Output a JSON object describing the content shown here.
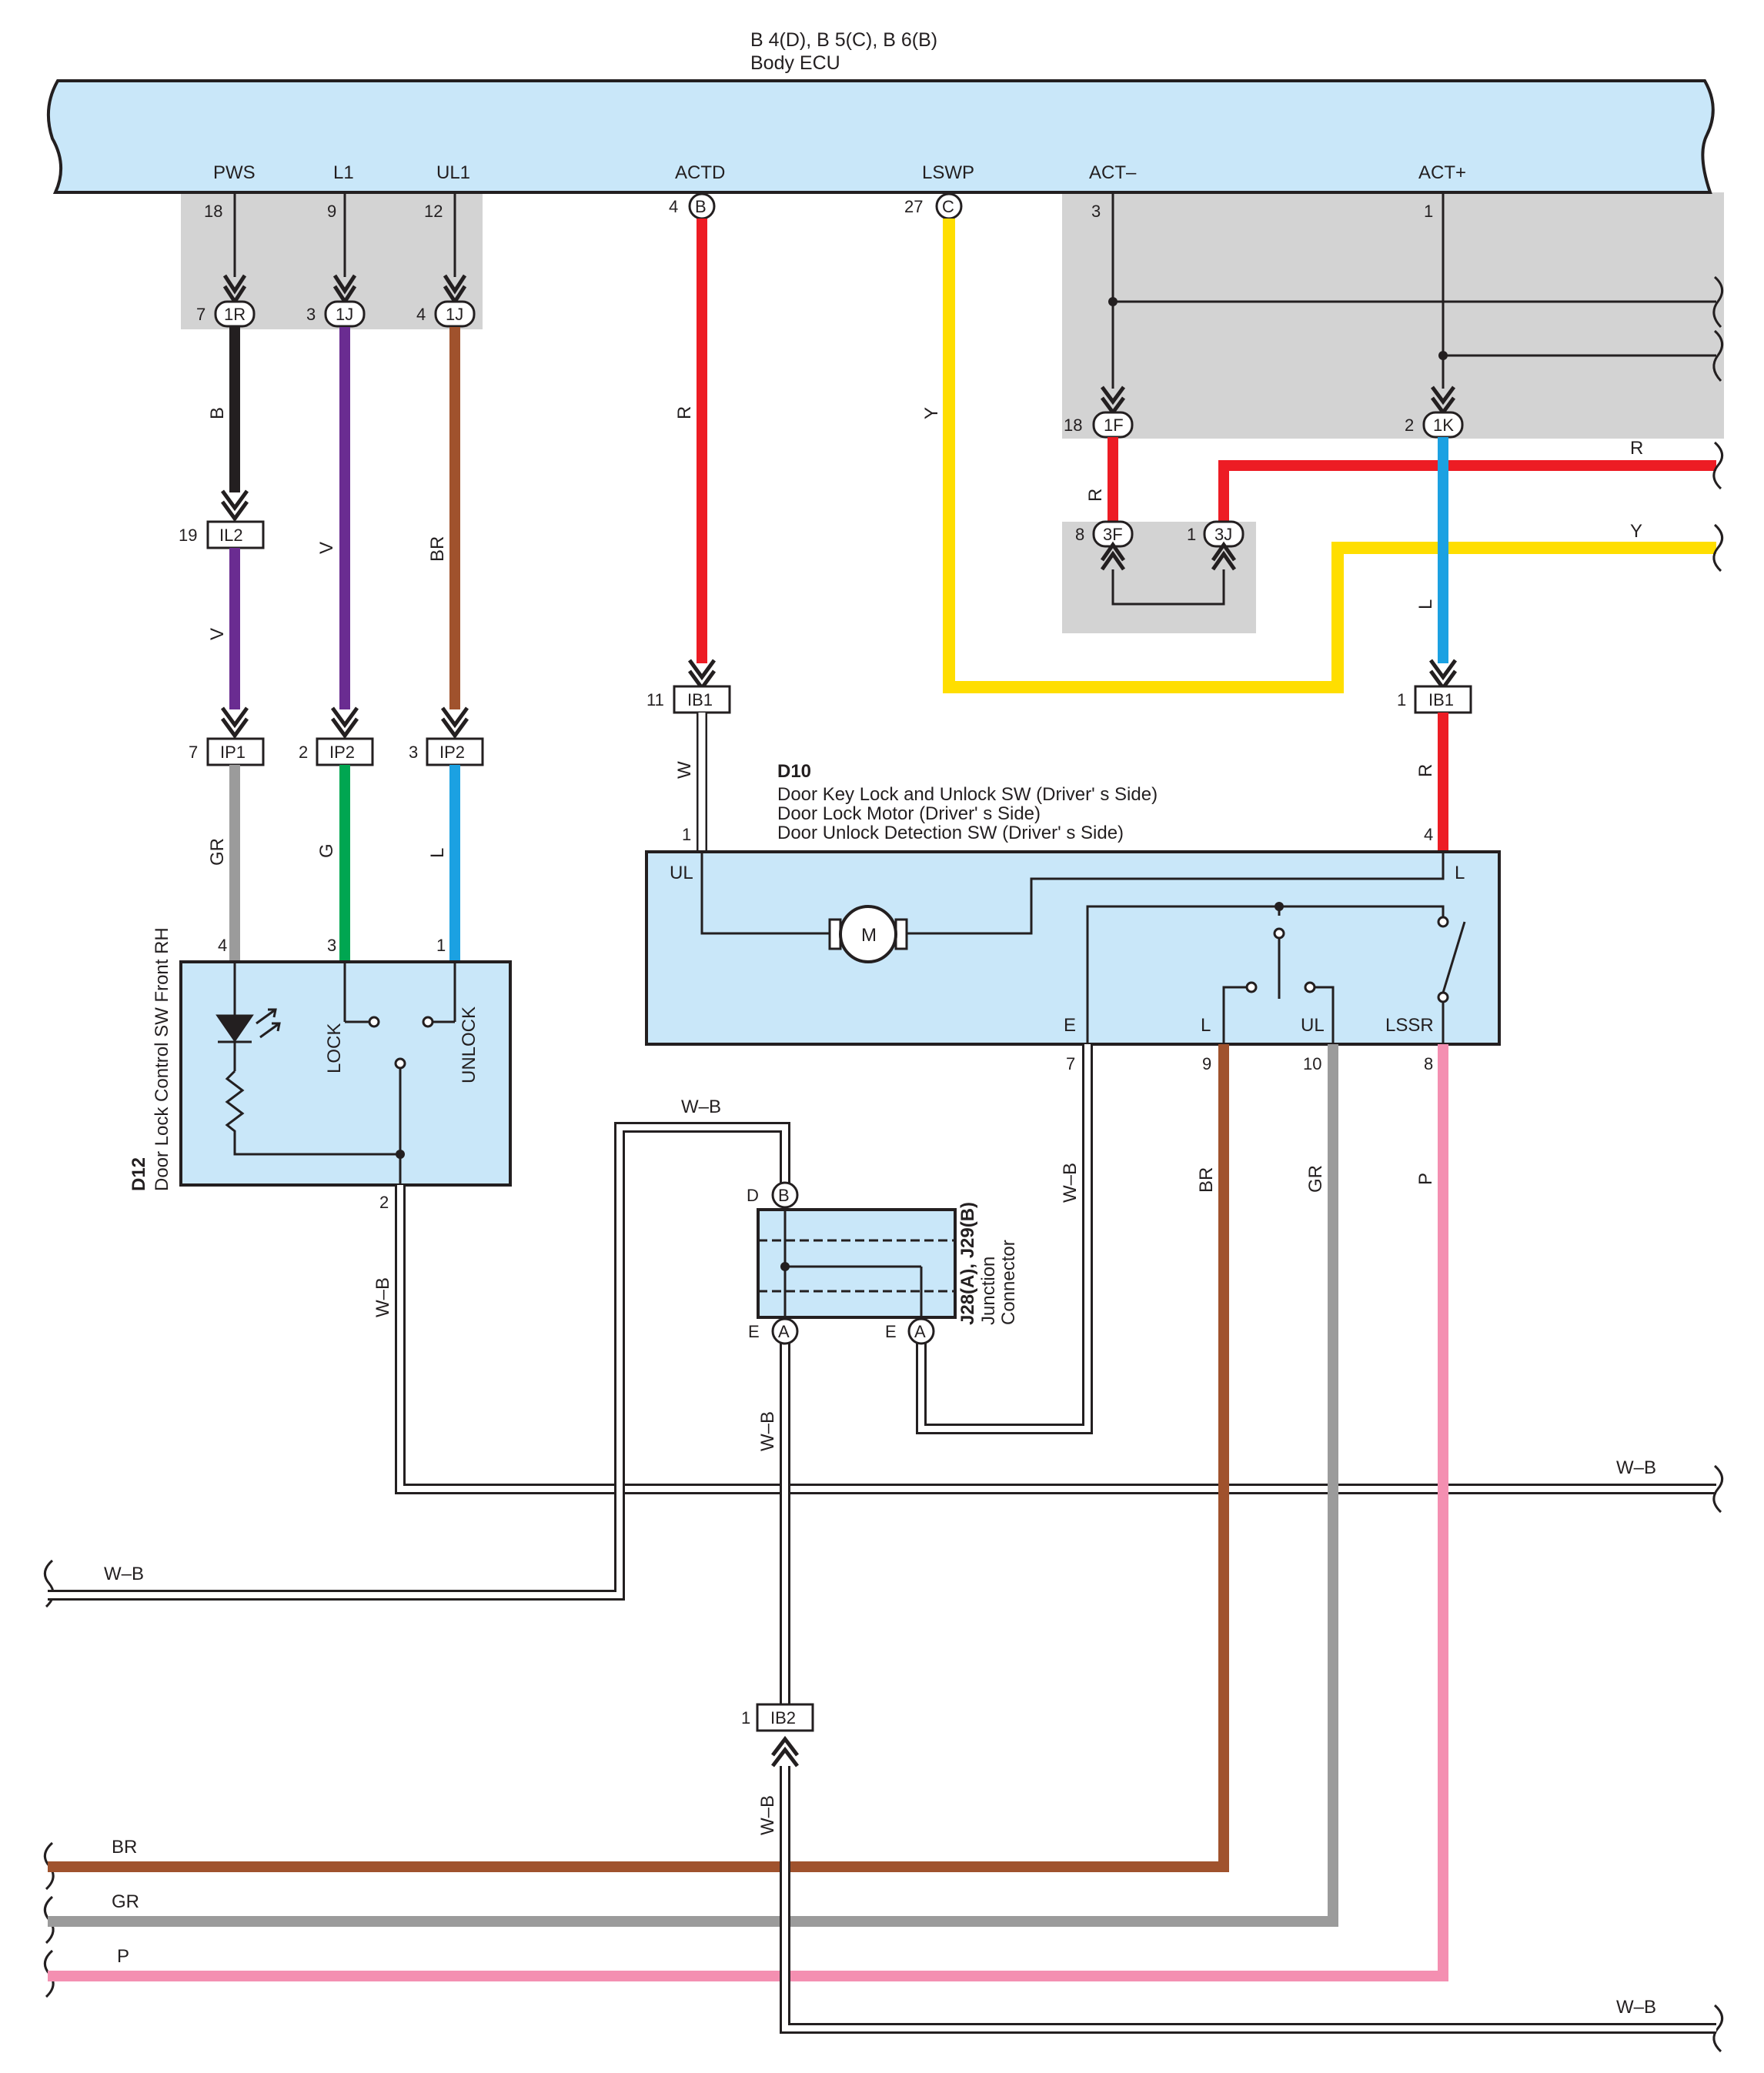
{
  "ecu": {
    "connectors": "B 4(D), B 5(C), B 6(B)",
    "name": "Body ECU",
    "terminals": {
      "pws": "PWS",
      "l1": "L1",
      "ul1": "UL1",
      "actd": "ACTD",
      "lswp": "LSWP",
      "actm": "ACT–",
      "actp": "ACT+"
    },
    "pins": {
      "pws": "18",
      "l1": "9",
      "ul1": "12",
      "actd": "4",
      "lswp": "27",
      "actm": "3",
      "actp": "1"
    },
    "conn_letters": {
      "actd": "B",
      "lswp": "C"
    }
  },
  "junctions": {
    "j1r": {
      "name": "1R",
      "pin": "7"
    },
    "j1j_a": {
      "name": "1J",
      "pin": "3"
    },
    "j1j_b": {
      "name": "1J",
      "pin": "4"
    },
    "j1f": {
      "name": "1F",
      "pin": "18"
    },
    "j1k": {
      "name": "1K",
      "pin": "2"
    },
    "j3f": {
      "name": "3F",
      "pin": "8"
    },
    "j3j": {
      "name": "3J",
      "pin": "1"
    },
    "il2": {
      "name": "IL2",
      "pin": "19"
    },
    "ip1": {
      "name": "IP1",
      "pin": "7"
    },
    "ip2_a": {
      "name": "IP2",
      "pin": "2"
    },
    "ip2_b": {
      "name": "IP2",
      "pin": "3"
    },
    "ib1_a": {
      "name": "IB1",
      "pin": "11"
    },
    "ib1_b": {
      "name": "IB1",
      "pin": "1"
    },
    "ib2": {
      "name": "IB2",
      "pin": "1"
    }
  },
  "wire_colors": {
    "B": "#231f20",
    "V": "#6a2c91",
    "BR": "#a0522d",
    "R": "#ed1c24",
    "Y": "#ffde00",
    "L": "#1ba1e2",
    "GR": "#9b9b9b",
    "G": "#00a651",
    "W": "#ffffff",
    "P": "#f48fb1",
    "WB": "#231f20"
  },
  "wire_labels": {
    "b": "B",
    "v1": "V",
    "v2": "V",
    "br1": "BR",
    "r1": "R",
    "y1": "Y",
    "r2": "R",
    "l1": "L",
    "r3": "R",
    "y2": "Y",
    "r4": "R",
    "gr1": "GR",
    "g": "G",
    "l2": "L",
    "w": "W",
    "wb1": "W–B",
    "wb2": "W–B",
    "wb3": "W–B",
    "wb4": "W–B",
    "wb5": "W–B",
    "wb6": "W–B",
    "wb7": "W–B",
    "br2": "BR",
    "gr2": "GR",
    "p2": "P",
    "br3": "BR",
    "gr3": "GR",
    "p3": "P",
    "wb8": "W–B"
  },
  "d12": {
    "code": "D12",
    "name": "Door Lock Control SW Front RH",
    "lock": "LOCK",
    "unlock": "UNLOCK",
    "pins": {
      "p4": "4",
      "p3": "3",
      "p1": "1",
      "p2": "2"
    }
  },
  "d10": {
    "code": "D10",
    "lines": [
      "Door Key Lock and Unlock SW (Driver' s Side)",
      "Door Lock Motor (Driver' s Side)",
      "Door Unlock Detection SW (Driver' s Side)"
    ],
    "terms": {
      "ul": "UL",
      "l": "L",
      "e": "E",
      "l2": "L",
      "ul2": "UL",
      "lssr": "LSSR"
    },
    "pins": {
      "p1": "1",
      "p4": "4",
      "p7": "7",
      "p9": "9",
      "p10": "10",
      "p8": "8"
    },
    "motor": "M"
  },
  "j28": {
    "title": "J28(A), J29(B)",
    "line2": "Junction",
    "line3": "Connector",
    "d": "D",
    "b": "B",
    "e1": "E",
    "a1": "A",
    "e2": "E",
    "a2": "A"
  }
}
